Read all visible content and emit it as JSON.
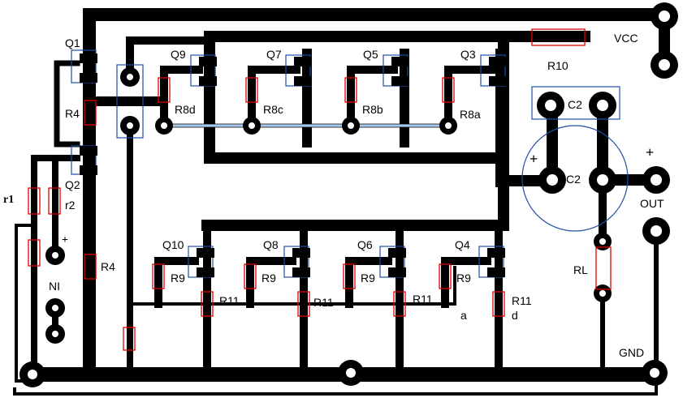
{
  "labels": {
    "q1": "Q1",
    "q2": "Q2",
    "q3": "Q3",
    "q4": "Q4",
    "q5": "Q5",
    "q6": "Q6",
    "q7": "Q7",
    "q8": "Q8",
    "q9": "Q9",
    "q10": "Q10",
    "r4_top": "R4",
    "r4_bottom": "R4",
    "r1": "r1",
    "r2": "r2",
    "r8d": "R8d",
    "r8c": "R8c",
    "r8b": "R8b",
    "r8a": "R8a",
    "r9_1": "R9",
    "r9_2": "R9",
    "r9_3": "R9",
    "r9_4": "R9",
    "r11_1": "R11",
    "r11_2": "R11",
    "r11_3": "R11",
    "r11_4": "R11",
    "r10": "R10",
    "vcc": "VCC",
    "c2_top": "C2",
    "c2_mid": "C2",
    "plus_c2": "+",
    "plus_out": "+",
    "plus_in": "+",
    "out": "OUT",
    "rl": "RL",
    "ni": "NI",
    "gnd": "GND",
    "a": "a",
    "d": "d"
  },
  "colors": {
    "track": "#000000",
    "resistor_outline": "#dd0000",
    "component_outline": "#1f4ea3",
    "highlight_track": "#a7c9ea"
  }
}
